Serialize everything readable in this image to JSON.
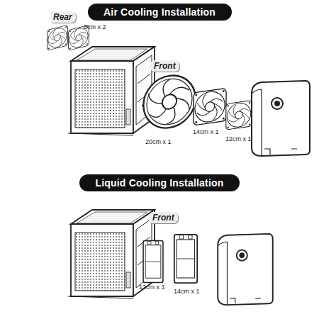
{
  "diagram": {
    "nodes": [
      {
        "text": [
          "Air Cooling Installation"
        ]
      },
      {
        "text": [
          "Liquid Cooling Installation"
        ]
      }
    ],
    "labels": [
      "Rear",
      "8cm x 2",
      "Front",
      "20cm x 1",
      "14cm x 1",
      "12cm x 1",
      "Front",
      "12cm x 1",
      "14cm x 1"
    ]
  }
}
